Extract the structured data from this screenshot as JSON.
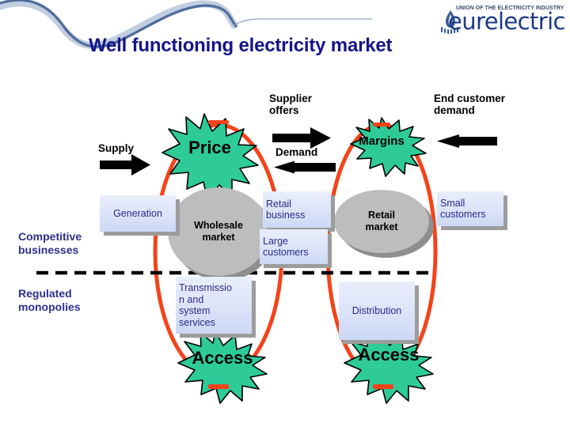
{
  "header": {
    "title": "Well functioning electricity market",
    "logo_tagline": "UNION OF THE ELECTRICITY INDUSTRY",
    "logo_wordmark": "eurelectric",
    "logo_mark_name": "eurelectric-flame-icon"
  },
  "colors": {
    "title_navy": "#141489",
    "label_navy": "#2f2f8f",
    "star_green": "#2ecb99",
    "loop_orange": "#f4431a",
    "box_blue": "#dce4f8",
    "market_grey": "#bdbdbd",
    "shadow_grey": "#8e8e8e",
    "swoosh_blue": "#7f99c2"
  },
  "diagram": {
    "flow_labels": {
      "supply": "Supply",
      "supplier_offers": "Supplier\noffers",
      "supplier_offers_line1": "Supplier",
      "supplier_offers_line2": "offers",
      "demand": "Demand",
      "end_customer_demand_line1": "End customer",
      "end_customer_demand_line2": "demand"
    },
    "stars": [
      {
        "id": "price",
        "label": "Price"
      },
      {
        "id": "margins",
        "label": "Margins"
      },
      {
        "id": "access-left",
        "label": "Access"
      },
      {
        "id": "access-right",
        "label": "Access"
      }
    ],
    "markets": [
      {
        "id": "wholesale-market",
        "label": "Wholesale\nmarket",
        "line1": "Wholesale",
        "line2": "market"
      },
      {
        "id": "retail-market",
        "label": "Retail\nmarket",
        "line1": "Retail",
        "line2": "market"
      }
    ],
    "boxes": [
      {
        "id": "generation",
        "label": "Generation"
      },
      {
        "id": "retail-business",
        "label": "Retail\nbusiness",
        "line1": "Retail",
        "line2": "business"
      },
      {
        "id": "large-customers",
        "label": "Large\ncustomers",
        "line1": "Large",
        "line2": "customers"
      },
      {
        "id": "small-customers",
        "label": "Small\ncustomers",
        "line1": "Small",
        "line2": "customers"
      },
      {
        "id": "transmission",
        "label": "Transmission and system services",
        "line1": "Transmissio",
        "line2": "n and",
        "line3": "system",
        "line4": "services"
      },
      {
        "id": "distribution",
        "label": "Distribution"
      }
    ],
    "tiers": [
      {
        "id": "competitive-businesses",
        "line1": "Competitive",
        "line2": "businesses"
      },
      {
        "id": "regulated-monopolies",
        "line1": "Regulated",
        "line2": "monopolies"
      }
    ],
    "arrows": [
      {
        "id": "supply-arrow",
        "direction": "right"
      },
      {
        "id": "supplier-offers-arrow",
        "direction": "right"
      },
      {
        "id": "demand-arrow",
        "direction": "left"
      },
      {
        "id": "end-customer-arrow",
        "direction": "left"
      }
    ],
    "divider": {
      "id": "tier-divider",
      "style": "dashed"
    }
  }
}
